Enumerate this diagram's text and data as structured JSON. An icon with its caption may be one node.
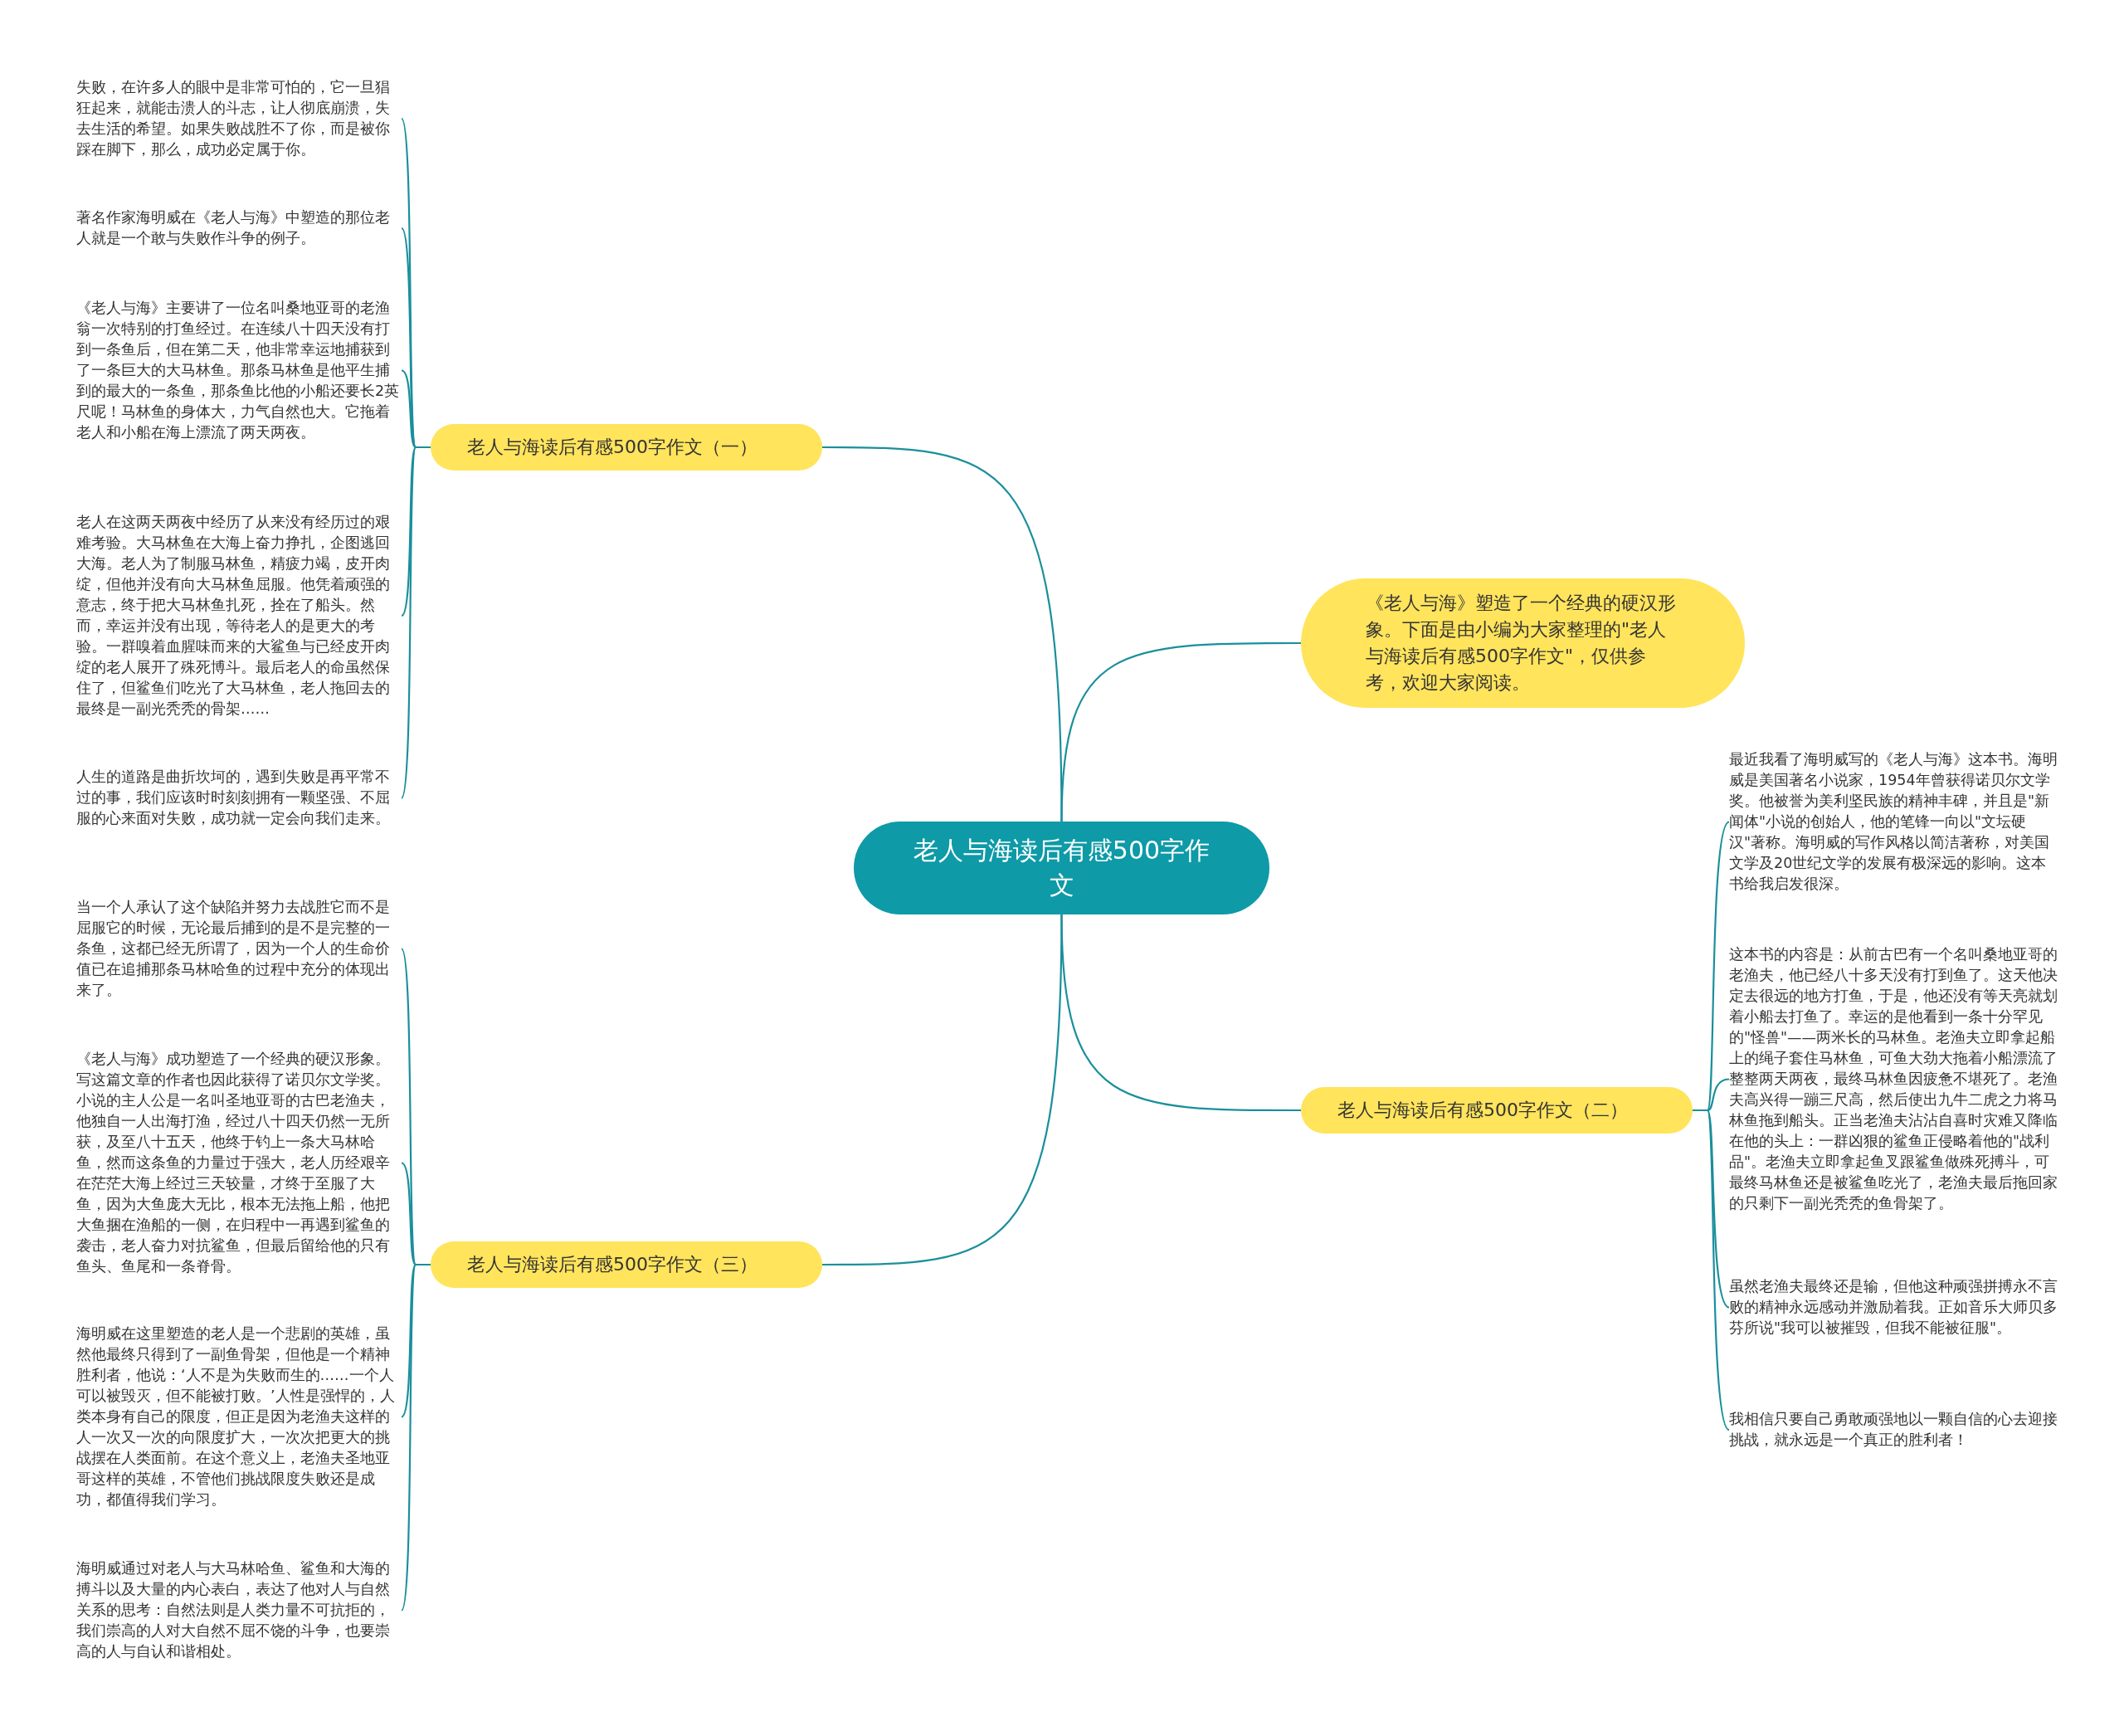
{
  "diagram": {
    "nodes": [
      {
        "text": [
          "老人与海读后有感500字作文"
        ]
      },
      {
        "text": [
          "老人与海读后有感500字作文（一）"
        ]
      },
      {
        "text": [
          "失败，在许多人的眼中是非常可怕的，它一旦猖狂起来，就能击溃人的斗志，让人彻底崩溃，失去生活的希望。如果失败战胜不了你，而是被你踩在脚下，那么，成功必定属于你。"
        ]
      },
      {
        "text": [
          "著名作家海明威在《老人与海》中塑造的那位老人就是一个敢与失败作斗争的例子。"
        ]
      },
      {
        "text": [
          "《老人与海》主要讲了一位名叫桑地亚哥的老渔翁一次特别的打鱼经过。在连续八十四天没有打到一条鱼后，但在第二天，他非常幸运地捕获到了一条巨大的大马林鱼。那条马林鱼是他平生捕到的最大的一条鱼，那条鱼比他的小船还要长2英尺呢！马林鱼的身体大，力气自然也大。它拖着老人和小船在海上漂流了两天两夜。"
        ]
      },
      {
        "text": [
          "老人在这两天两夜中经历了从来没有经历过的艰难考验。大马林鱼在大海上奋力挣扎，企图逃回大海。老人为了制服马林鱼，精疲力竭，皮开肉绽，但他并没有向大马林鱼屈服。他凭着顽强的意志，终于把大马林鱼扎死，拴在了船头。然而，幸运并没有出现，等待老人的是更大的考验。一群嗅着血腥味而来的大鲨鱼与已经皮开肉绽的老人展开了殊死博斗。最后老人的命虽然保住了，但鲨鱼们吃光了大马林鱼，老人拖回去的最终是一副光秃秃的骨架……"
        ]
      },
      {
        "text": [
          "人生的道路是曲折坎坷的，遇到失败是再平常不过的事，我们应该时时刻刻拥有一颗坚强、不屈服的心来面对失败，成功就一定会向我们走来。"
        ]
      },
      {
        "text": [
          "《老人与海》塑造了一个经典的硬汉形象。下面是由小编为大家整理的\"老人与海读后有感500字作文\"，仅供参考，欢迎大家阅读。"
        ]
      },
      {
        "text": [
          "老人与海读后有感500字作文（二）"
        ]
      },
      {
        "text": [
          "最近我看了海明威写的《老人与海》这本书。海明威是美国著名小说家，1954年曾获得诺贝尔文学奖。他被誉为美利坚民族的精神丰碑，并且是\"新闻体\"小说的创始人，他的笔锋一向以\"文坛硬汉\"著称。海明威的写作风格以简洁著称，对美国文学及20世纪文学的发展有极深远的影响。这本书给我启发很深。"
        ]
      },
      {
        "text": [
          "这本书的内容是：从前古巴有一个名叫桑地亚哥的老渔夫，他已经八十多天没有打到鱼了。这天他决定去很远的地方打鱼，于是，他还没有等天亮就划着小船去打鱼了。幸运的是他看到一条十分罕见的\"怪兽\"——两米长的马林鱼。老渔夫立即拿起船上的绳子套住马林鱼，可鱼大劲大拖着小船漂流了整整两天两夜，最终马林鱼因疲惫不堪死了。老渔夫高兴得一蹦三尺高，然后使出九牛二虎之力将马林鱼拖到船头。正当老渔夫沾沾自喜时灾难又降临在他的头上：一群凶狠的鲨鱼正侵略着他的\"战利品\"。老渔夫立即拿起鱼叉跟鲨鱼做殊死搏斗，可最终马林鱼还是被鲨鱼吃光了，老渔夫最后拖回家的只剩下一副光秃秃的鱼骨架了。"
        ]
      },
      {
        "text": [
          "虽然老渔夫最终还是输，但他这种顽强拼搏永不言败的精神永远感动并激励着我。正如音乐大师贝多芬所说\"我可以被摧毁，但我不能被征服\"。"
        ]
      },
      {
        "text": [
          "我相信只要自己勇敢顽强地以一颗自信的心去迎接挑战，就永远是一个真正的胜利者！"
        ]
      },
      {
        "text": [
          "老人与海读后有感500字作文（三）"
        ]
      },
      {
        "text": [
          "当一个人承认了这个缺陷并努力去战胜它而不是屈服它的时候，无论最后捕到的是不是完整的一条鱼，这都已经无所谓了，因为一个人的生命价值已在追捕那条马林哈鱼的过程中充分的体现出来了。"
        ]
      },
      {
        "text": [
          "《老人与海》成功塑造了一个经典的硬汉形象。写这篇文章的作者也因此获得了诺贝尔文学奖。小说的主人公是一名叫圣地亚哥的古巴老渔夫，他独自一人出海打渔，经过八十四天仍然一无所获，及至八十五天，他终于钓上一条大马林哈鱼，然而这条鱼的力量过于强大，老人历经艰辛在茫茫大海上经过三天较量，才终于至服了大鱼，因为大鱼庞大无比，根本无法拖上船，他把大鱼捆在渔船的一侧，在归程中一再遇到鲨鱼的袭击，老人奋力对抗鲨鱼，但最后留给他的只有鱼头、鱼尾和一条脊骨。"
        ]
      },
      {
        "text": [
          "海明威在这里塑造的老人是一个悲剧的英雄，虽然他最终只得到了一副鱼骨架，但他是一个精神胜利者，他说：‘人不是为失败而生的……一个人可以被毁灭，但不能被打败。’人性是强悍的，人类本身有自己的限度，但正是因为老渔夫这样的人一次又一次的向限度扩大，一次次把更大的挑战摆在人类面前。在这个意义上，老渔夫圣地亚哥这样的英雄，不管他们挑战限度失败还是成功，都值得我们学习。"
        ]
      },
      {
        "text": [
          "海明威通过对老人与大马林哈鱼、鲨鱼和大海的搏斗以及大量的内心表白，表达了他对人与自然关系的思考：自然法则是人类力量不可抗拒的，我们崇高的人对大自然不屈不饶的斗争，也要崇高的人与自认和谐相处。"
        ]
      }
    ],
    "edges": [
      {
        "from": 0,
        "to": 1,
        "arrow": "none"
      },
      {
        "from": 1,
        "to": 2,
        "arrow": "none"
      },
      {
        "from": 1,
        "to": 3,
        "arrow": "none"
      },
      {
        "from": 1,
        "to": 4,
        "arrow": "none"
      },
      {
        "from": 1,
        "to": 5,
        "arrow": "none"
      },
      {
        "from": 1,
        "to": 6,
        "arrow": "none"
      },
      {
        "from": 0,
        "to": 7,
        "arrow": "none"
      },
      {
        "from": 0,
        "to": 8,
        "arrow": "none"
      },
      {
        "from": 8,
        "to": 9,
        "arrow": "none"
      },
      {
        "from": 8,
        "to": 10,
        "arrow": "none"
      },
      {
        "from": 8,
        "to": 11,
        "arrow": "none"
      },
      {
        "from": 8,
        "to": 12,
        "arrow": "none"
      },
      {
        "from": 0,
        "to": 13,
        "arrow": "none"
      },
      {
        "from": 13,
        "to": 14,
        "arrow": "none"
      },
      {
        "from": 13,
        "to": 15,
        "arrow": "none"
      },
      {
        "from": 13,
        "to": 16,
        "arrow": "none"
      },
      {
        "from": 13,
        "to": 17,
        "arrow": "none"
      }
    ]
  }
}
